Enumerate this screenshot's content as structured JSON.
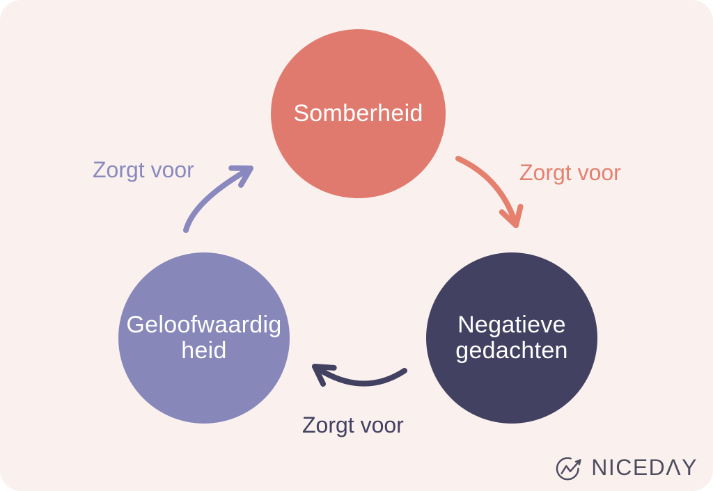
{
  "colors": {
    "canvas_background": "#FFFFFF",
    "panel_background": "#FAF1EE"
  },
  "diagram": {
    "type": "cycle",
    "nodes": [
      {
        "id": "somberheid",
        "label": "Somberheid",
        "lines": [
          "Somberheid"
        ],
        "color": "#E07A6E",
        "text_color": "#FFFFFF"
      },
      {
        "id": "negatieve-gedachten",
        "label": "Negatieve gedachten",
        "lines": [
          "Negatieve",
          "gedachten"
        ],
        "color": "#434161",
        "text_color": "#FFFFFF"
      },
      {
        "id": "geloofwaardigheid",
        "label": "Geloofwaardigheid",
        "lines": [
          "Geloofwaardig",
          "heid"
        ],
        "color": "#8787BA",
        "text_color": "#FFFFFF"
      }
    ],
    "edges": [
      {
        "from": "somberheid",
        "to": "negatieve-gedachten",
        "label": "Zorgt voor",
        "color": "#E5806F"
      },
      {
        "from": "negatieve-gedachten",
        "to": "geloofwaardigheid",
        "label": "Zorgt voor",
        "color": "#434161"
      },
      {
        "from": "geloofwaardigheid",
        "to": "somberheid",
        "label": "Zorgt voor",
        "color": "#8A89BF"
      }
    ]
  },
  "logo": {
    "text": "NICEDAY",
    "display": "NICEDΛY",
    "color": "#4E4D5F",
    "icon": "trend-arrow-circle-icon"
  }
}
